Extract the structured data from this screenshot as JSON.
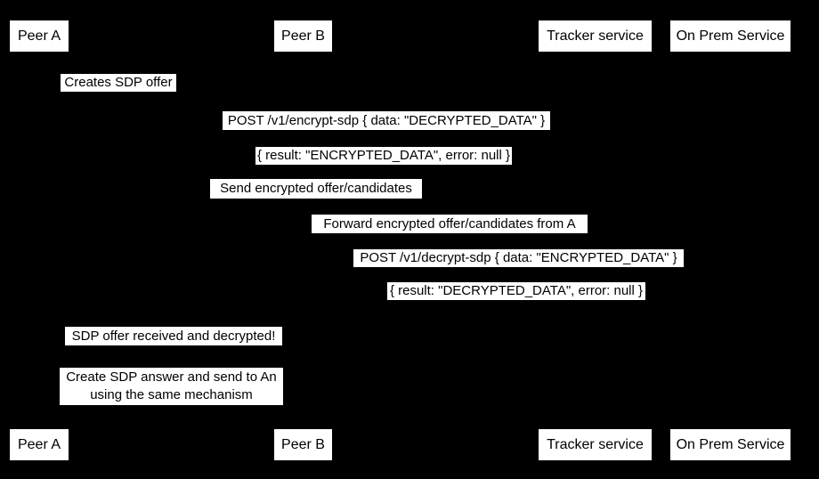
{
  "diagram": {
    "type": "sequence-diagram",
    "background_color": "#000000",
    "label_background_color": "#ffffff",
    "label_text_color": "#000000"
  },
  "actors": [
    {
      "label": "Peer A"
    },
    {
      "label": "Peer B"
    },
    {
      "label": "Tracker service"
    },
    {
      "label": "On Prem Service"
    }
  ],
  "messages": [
    {
      "label": "Creates SDP offer"
    },
    {
      "label": "POST /v1/encrypt-sdp { data: \"DECRYPTED_DATA\" }"
    },
    {
      "label": "{ result: \"ENCRYPTED_DATA\", error: null }"
    },
    {
      "label": "Send encrypted offer/candidates"
    },
    {
      "label": "Forward encrypted offer/candidates from A"
    },
    {
      "label": "POST /v1/decrypt-sdp { data: \"ENCRYPTED_DATA\" }"
    },
    {
      "label": "{ result: \"DECRYPTED_DATA\", error: null }"
    },
    {
      "label": "SDP offer received and decrypted!"
    }
  ],
  "note": {
    "lines": [
      "Create SDP answer and send to An",
      "using the same mechanism"
    ]
  }
}
